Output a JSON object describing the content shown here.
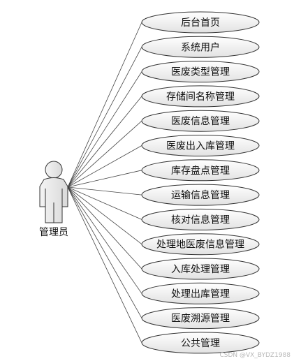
{
  "actor": {
    "label": "管理员"
  },
  "use_cases": [
    {
      "label": "后台首页"
    },
    {
      "label": "系统用户"
    },
    {
      "label": "医废类型管理"
    },
    {
      "label": "存储间名称管理"
    },
    {
      "label": "医废信息管理"
    },
    {
      "label": "医废出入库管理"
    },
    {
      "label": "库存盘点管理"
    },
    {
      "label": "运输信息管理"
    },
    {
      "label": "核对信息管理"
    },
    {
      "label": "处理地医废信息管理"
    },
    {
      "label": "入库处理管理"
    },
    {
      "label": "处理出库管理"
    },
    {
      "label": "医废溯源管理"
    },
    {
      "label": "公共管理"
    }
  ],
  "watermark": "CSDN @VX_BYDZ1988",
  "colors": {
    "ellipse_fill_top": "#ffffff",
    "ellipse_fill_bottom": "#e4e4e4",
    "outline": "#333333"
  }
}
